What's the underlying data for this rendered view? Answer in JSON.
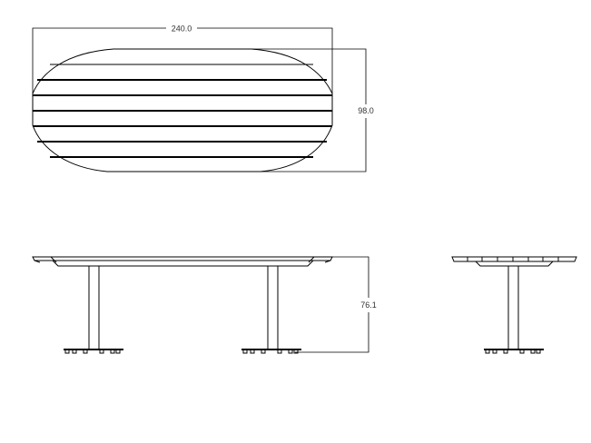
{
  "dimensions": {
    "length": "240.0",
    "width": "98.0",
    "height": "76.1"
  },
  "views": [
    "top-view",
    "front-view",
    "side-view"
  ],
  "line_color": "#000000",
  "background": "#ffffff"
}
